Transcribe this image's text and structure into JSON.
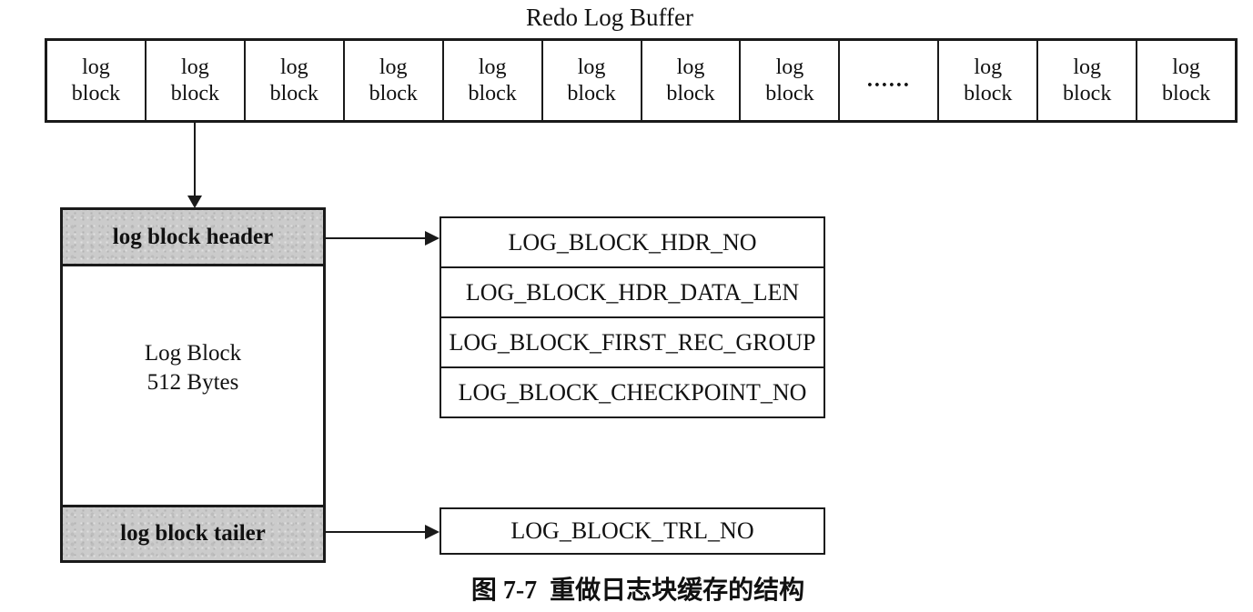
{
  "figure": {
    "title": "Redo Log Buffer",
    "caption": "图 7-7  重做日志块缓存的结构"
  },
  "colors": {
    "line": "#1a1a1a",
    "shading": "#cbcbcb",
    "background": "#ffffff"
  },
  "buffer_row": {
    "cells": [
      "log\nblock",
      "log\nblock",
      "log\nblock",
      "log\nblock",
      "log\nblock",
      "log\nblock",
      "log\nblock",
      "log\nblock",
      "......",
      "log\nblock",
      "log\nblock",
      "log\nblock"
    ]
  },
  "log_block": {
    "header_label": "log block header",
    "body_label": "Log Block\n512 Bytes",
    "tailer_label": "log block tailer"
  },
  "header_fields": [
    "LOG_BLOCK_HDR_NO",
    "LOG_BLOCK_HDR_DATA_LEN",
    "LOG_BLOCK_FIRST_REC_GROUP",
    "LOG_BLOCK_CHECKPOINT_NO"
  ],
  "tailer_fields": [
    "LOG_BLOCK_TRL_NO"
  ]
}
